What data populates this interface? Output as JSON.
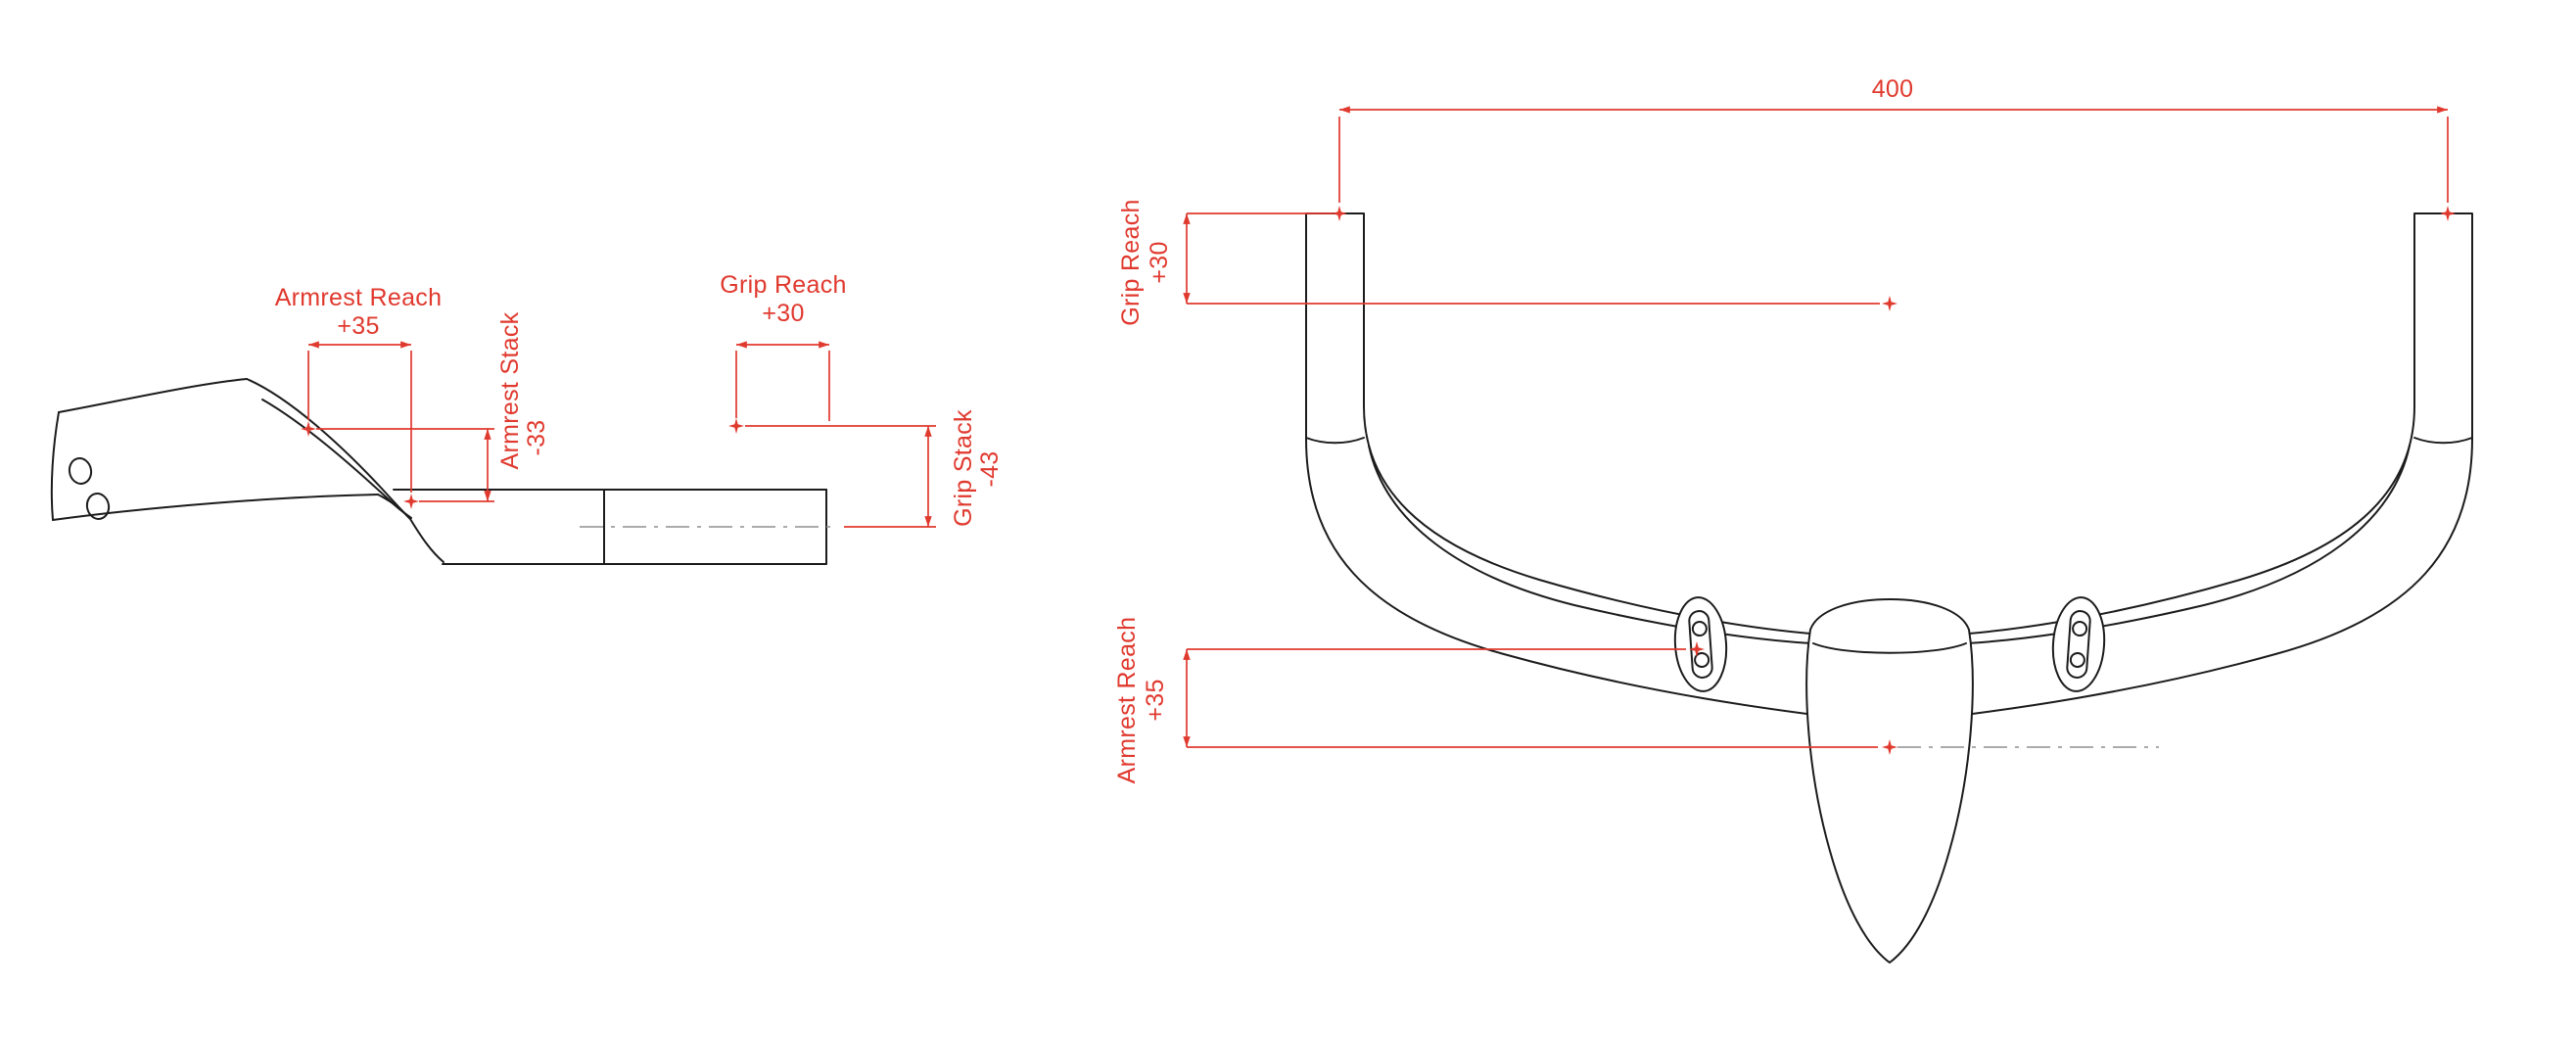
{
  "colors": {
    "annotation": "#e0392e",
    "drawing_line": "#1c1c1c",
    "centerline": "#8f8f8f",
    "background": "#ffffff"
  },
  "side_view": {
    "armrest_reach": {
      "label": "Armrest Reach",
      "value": "+35"
    },
    "armrest_stack": {
      "label": "Armrest Stack",
      "value": "-33"
    },
    "grip_reach": {
      "label": "Grip Reach",
      "value": "+30"
    },
    "grip_stack": {
      "label": "Grip Stack",
      "value": "-43"
    }
  },
  "front_view": {
    "overall_width": {
      "value": "400"
    },
    "grip_reach": {
      "label": "Grip Reach",
      "value": "+30"
    },
    "armrest_reach": {
      "label": "Armrest Reach",
      "value": "+35"
    }
  }
}
